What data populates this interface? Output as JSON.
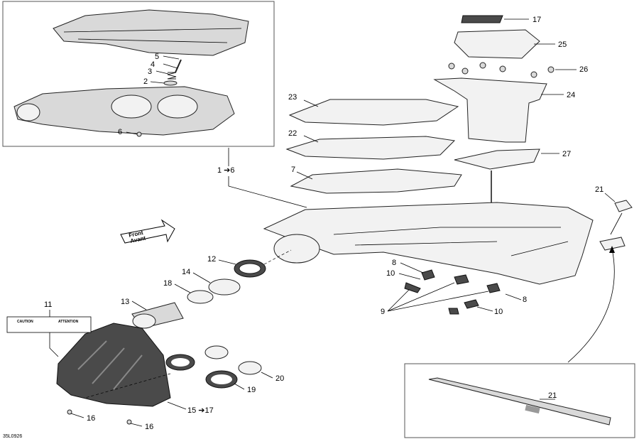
{
  "labels": {
    "l1_6": "1 ➔6",
    "l2": "2",
    "l3": "3",
    "l4": "4",
    "l5": "5",
    "l6": "6",
    "l7": "7",
    "l8a": "8",
    "l8b": "8",
    "l9": "9",
    "l10a": "10",
    "l10b": "10",
    "l11": "11",
    "l12": "12",
    "l13": "13",
    "l14": "14",
    "l15_17": "15 ➔17",
    "l16a": "16",
    "l16b": "16",
    "l17": "17",
    "l18": "18",
    "l19": "19",
    "l20": "20",
    "l21a": "21",
    "l21b": "21",
    "l22": "22",
    "l23": "23",
    "l24": "24",
    "l25": "25",
    "l26": "26",
    "l27": "27"
  },
  "front_arrow": {
    "line1": "Front",
    "line2": "Avant"
  },
  "caution_label": {
    "left": "CAUTION",
    "right": "ATTENTION"
  },
  "diagram_code": "35L0926"
}
